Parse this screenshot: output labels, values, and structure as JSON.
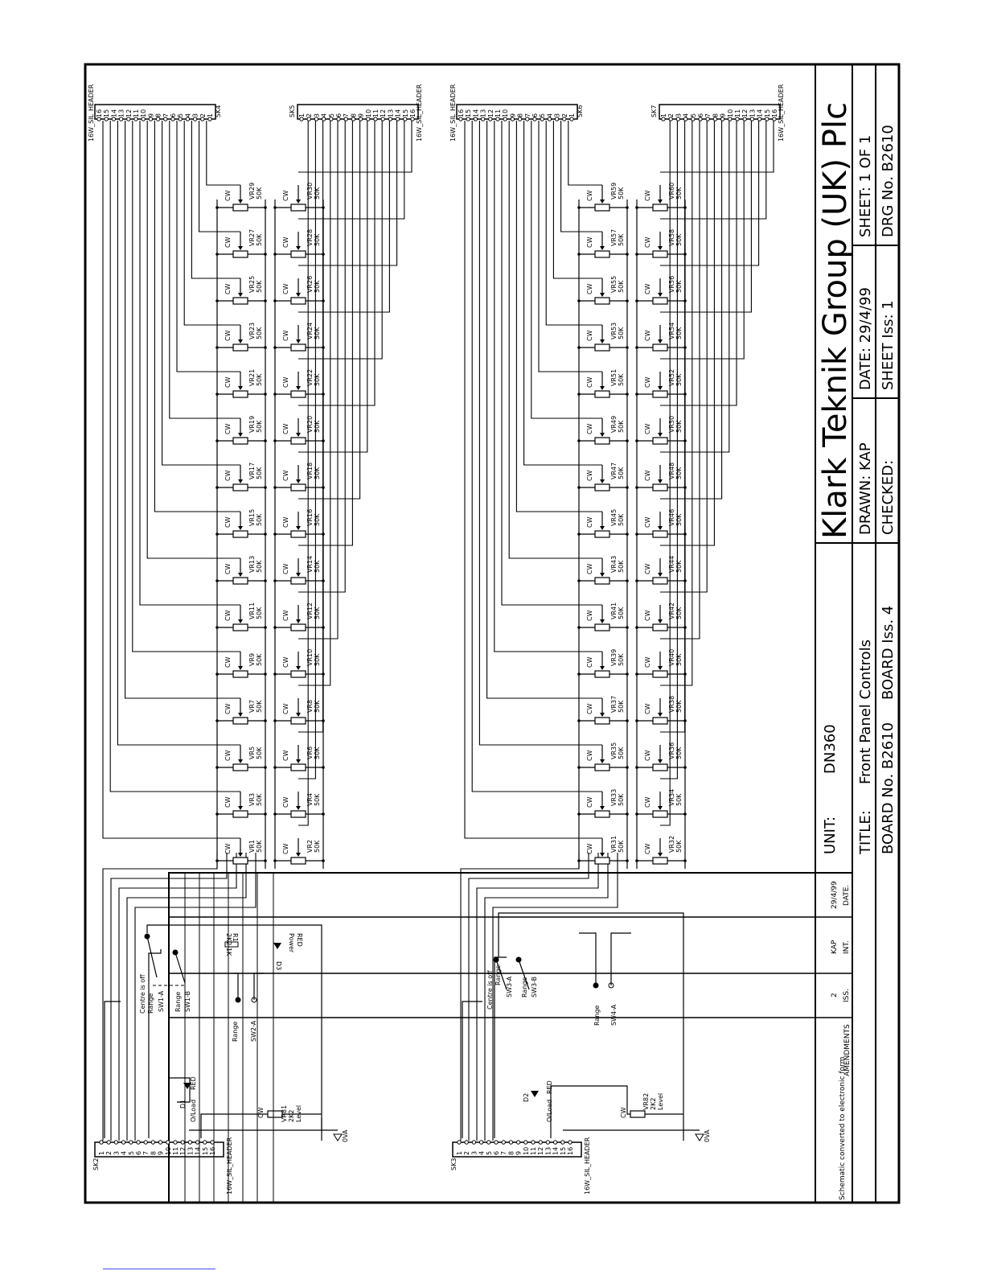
{
  "title_block": {
    "company": "Klark Teknik Group (UK) Plc",
    "unit_label": "UNIT:",
    "unit_value": "DN360",
    "title_label": "TITLE:",
    "title_value": "Front Panel Controls",
    "board_no": "BOARD No. B2610",
    "board_iss": "BOARD Iss. 4",
    "drawn": "DRAWN: KAP",
    "checked": "CHECKED:",
    "date": "DATE: 29/4/99",
    "sheet_iss": "SHEET Iss: 1",
    "sheet": "SHEET: 1 OF 1",
    "drg_no": "DRG No. B2610"
  },
  "amendments": {
    "label": "AMENDMENTS",
    "text": "Schematic converted to electronic form",
    "iss_header": "ISS.",
    "init_header": "INT.",
    "date_header": "DATE.",
    "iss": "2",
    "init": "KAP",
    "date": "29/4/99"
  },
  "connectors": {
    "sk2": "SK2",
    "sk3": "SK3",
    "sk4": "SK4",
    "sk5": "SK5",
    "sk6": "SK6",
    "sk7": "SK7",
    "header_type": "16W_SIL_HEADER",
    "pins": [
      "1",
      "2",
      "3",
      "4",
      "5",
      "6",
      "7",
      "8",
      "9",
      "10",
      "11",
      "12",
      "13",
      "14",
      "15",
      "16"
    ]
  },
  "pots": {
    "value": "50K",
    "cw": "CW",
    "labels_a": [
      "VR1",
      "VR2",
      "VR3",
      "VR4",
      "VR5",
      "VR6",
      "VR7",
      "VR8",
      "VR9",
      "VR10",
      "VR11",
      "VR12",
      "VR13",
      "VR14",
      "VR15",
      "VR16",
      "VR17",
      "VR18",
      "VR19",
      "VR20",
      "VR21",
      "VR22",
      "VR23",
      "VR24",
      "VR25",
      "VR26",
      "VR27",
      "VR28",
      "VR29",
      "VR30"
    ],
    "labels_b": [
      "VR31",
      "VR32",
      "VR33",
      "VR34",
      "VR35",
      "VR36",
      "VR37",
      "VR38",
      "VR39",
      "VR40",
      "VR41",
      "VR42",
      "VR43",
      "VR44",
      "VR45",
      "VR46",
      "VR47",
      "VR48",
      "VR49",
      "VR50",
      "VR51",
      "VR52",
      "VR53",
      "VR54",
      "VR55",
      "VR56",
      "VR57",
      "VR58",
      "VR59",
      "VR60"
    ]
  },
  "switches": {
    "centre_off": "Centre is off",
    "range": "Range",
    "sw1a": "SW1-A",
    "sw1b": "SW1-B",
    "sw2a": "SW2-A",
    "sw3a": "SW3-A",
    "sw3b": "SW3-B",
    "sw4a": "SW4-A"
  },
  "misc": {
    "d1": "D1",
    "d2": "D2",
    "d3": "D3",
    "oload": "O/Load",
    "red": "RED",
    "power": "Power",
    "vr81": "VR81",
    "vr82": "VR82",
    "v2k2": "2K2",
    "level": "Level",
    "r1": "R1",
    "r1val": "2K2 1K",
    "ova": "0VA"
  }
}
